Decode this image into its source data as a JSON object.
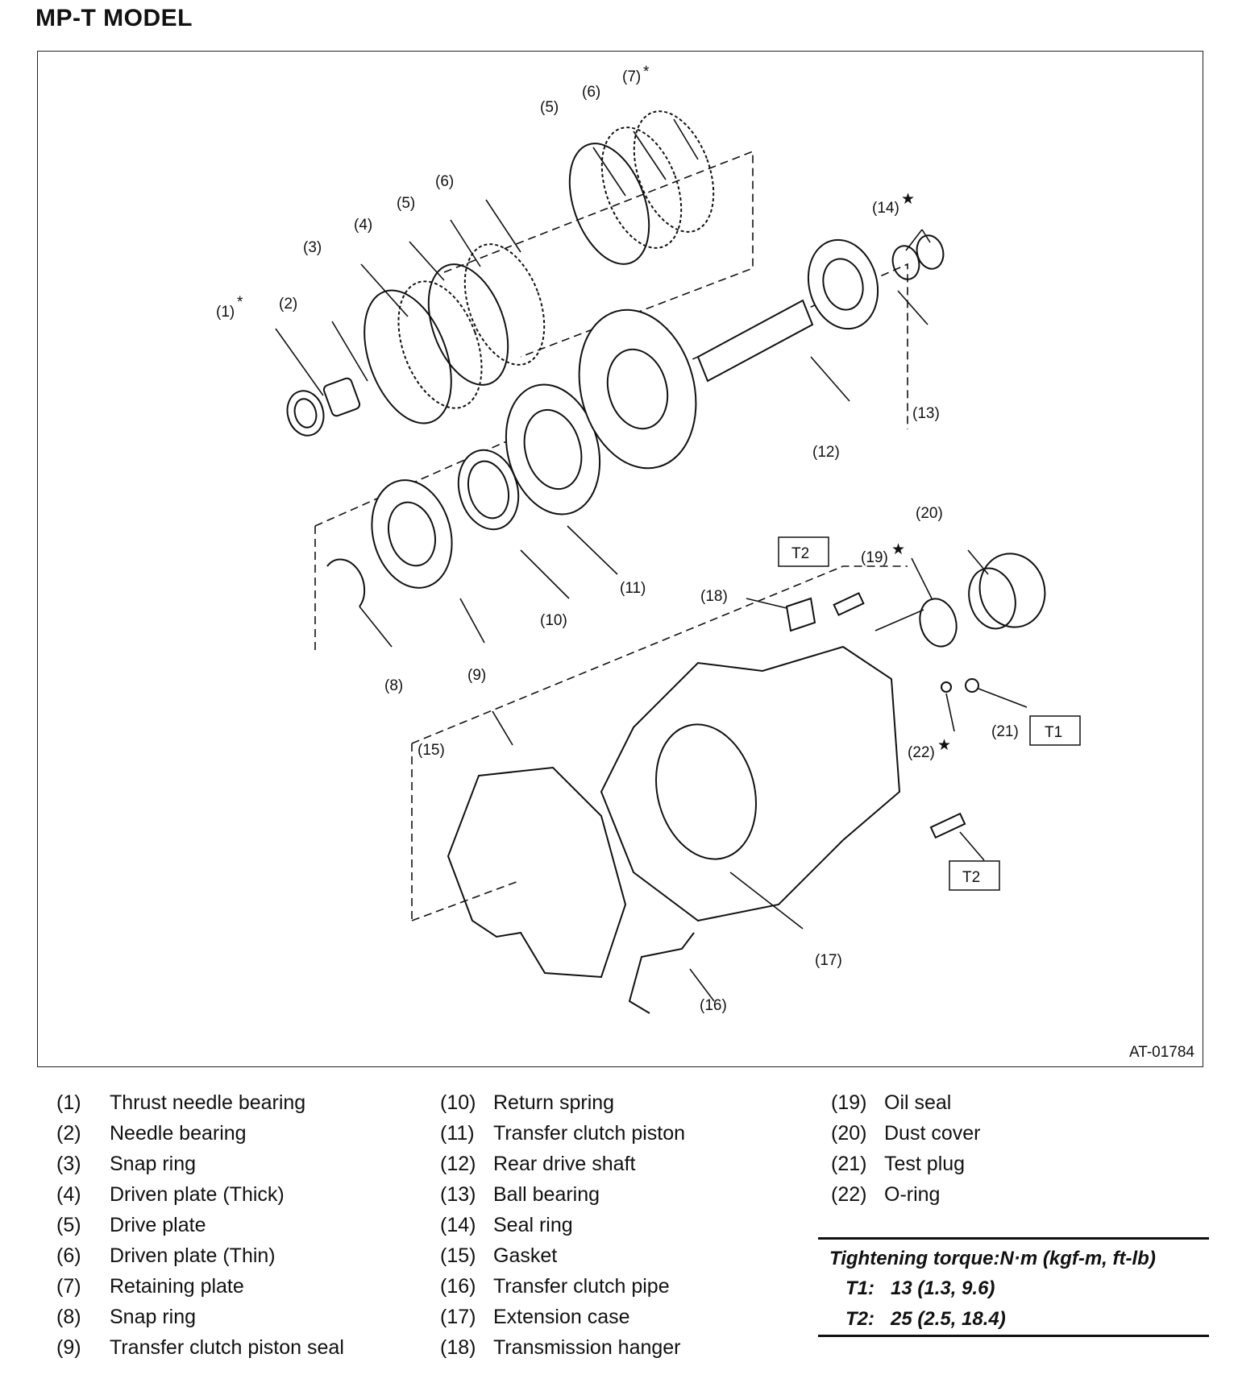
{
  "title": "MP-T MODEL",
  "figure_code": "AT-01784",
  "callouts": {
    "c1": "(1)",
    "c2": "(2)",
    "c3": "(3)",
    "c4": "(4)",
    "c5a": "(5)",
    "c5b": "(5)",
    "c6a": "(6)",
    "c6b": "(6)",
    "c7": "(7)",
    "c8": "(8)",
    "c9": "(9)",
    "c10": "(10)",
    "c11": "(11)",
    "c12": "(12)",
    "c13": "(13)",
    "c14": "(14)",
    "c15": "(15)",
    "c16": "(16)",
    "c17": "(17)",
    "c18": "(18)",
    "c19": "(19)",
    "c20": "(20)",
    "c21": "(21)",
    "c22": "(22)"
  },
  "marks": {
    "asterisk": "*",
    "star": "★"
  },
  "torque_tags": {
    "t1": "T1",
    "t2a": "T2",
    "t2b": "T2"
  },
  "legend": {
    "col1": [
      {
        "num": "(1)",
        "name": "Thrust needle bearing"
      },
      {
        "num": "(2)",
        "name": "Needle bearing"
      },
      {
        "num": "(3)",
        "name": "Snap ring"
      },
      {
        "num": "(4)",
        "name": "Driven plate (Thick)"
      },
      {
        "num": "(5)",
        "name": "Drive plate"
      },
      {
        "num": "(6)",
        "name": "Driven plate (Thin)"
      },
      {
        "num": "(7)",
        "name": "Retaining plate"
      },
      {
        "num": "(8)",
        "name": "Snap ring"
      },
      {
        "num": "(9)",
        "name": "Transfer clutch piston seal"
      }
    ],
    "col2": [
      {
        "num": "(10)",
        "name": "Return spring"
      },
      {
        "num": "(11)",
        "name": "Transfer clutch piston"
      },
      {
        "num": "(12)",
        "name": "Rear drive shaft"
      },
      {
        "num": "(13)",
        "name": "Ball bearing"
      },
      {
        "num": "(14)",
        "name": "Seal ring"
      },
      {
        "num": "(15)",
        "name": "Gasket"
      },
      {
        "num": "(16)",
        "name": "Transfer clutch pipe"
      },
      {
        "num": "(17)",
        "name": "Extension case"
      },
      {
        "num": "(18)",
        "name": "Transmission hanger"
      }
    ],
    "col3": [
      {
        "num": "(19)",
        "name": "Oil seal"
      },
      {
        "num": "(20)",
        "name": "Dust cover"
      },
      {
        "num": "(21)",
        "name": "Test plug"
      },
      {
        "num": "(22)",
        "name": "O-ring"
      }
    ]
  },
  "torque": {
    "heading": "Tightening torque:N·m (kgf-m, ft-lb)",
    "rows": [
      {
        "key": "T1:",
        "value": "13 (1.3, 9.6)"
      },
      {
        "key": "T2:",
        "value": "25 (2.5, 18.4)"
      }
    ]
  }
}
